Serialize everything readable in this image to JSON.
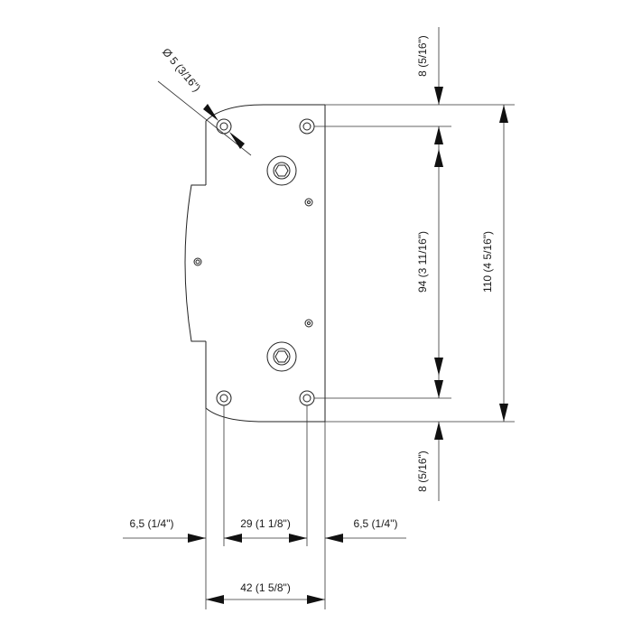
{
  "drawing": {
    "dimensions": {
      "hole_diameter": "Ø 5 (3/16\")",
      "top_offset": "8 (5/16\")",
      "hole_spacing_vertical": "94 (3  11/16\")",
      "overall_height": "110 (4  5/16\")",
      "bottom_offset": "8 (5/16\")",
      "left_offset": "6,5 (1/4\")",
      "hole_spacing_horizontal": "29 (1  1/8\")",
      "right_offset": "6,5 (1/4\")",
      "overall_width": "42 (1  5/8\")"
    },
    "colors": {
      "line": "#222222",
      "text": "#1a1a1a"
    }
  }
}
